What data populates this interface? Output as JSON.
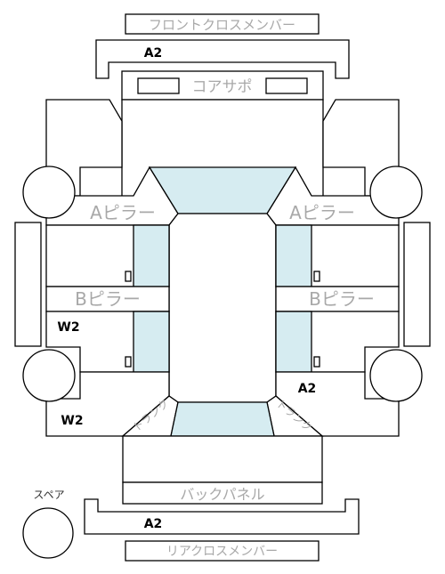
{
  "labels": {
    "front_cross_member": "フロントクロスメンバー",
    "core_support": "コアサポ",
    "a_pillar_left": "Aピラー",
    "a_pillar_right": "Aピラー",
    "b_pillar_left": "Bピラー",
    "b_pillar_right": "Bピラー",
    "back_panel": "バックパネル",
    "rear_cross_member": "リアクロスメンバー",
    "spare": "スペア",
    "trunk_left": "トランク",
    "trunk_right": "トランク"
  },
  "marks": {
    "front_a2": "A2",
    "right_a2": "A2",
    "rear_a2": "A2",
    "left_w2_upper": "W2",
    "left_w2_lower": "W2"
  },
  "colors": {
    "glass": "#d6ecf1",
    "label_gray": "#a8a8a8",
    "line": "#000000"
  }
}
